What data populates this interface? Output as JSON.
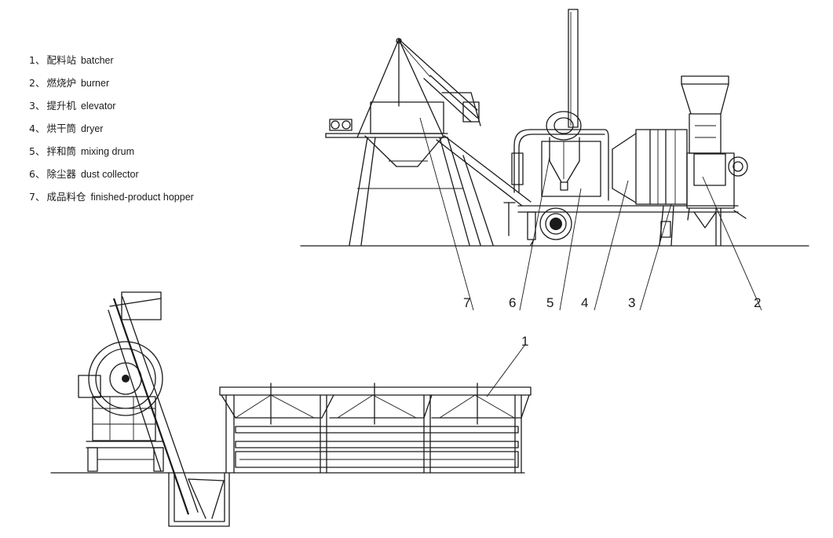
{
  "legend": [
    {
      "num": "1、",
      "zh": "配料站",
      "en": "batcher"
    },
    {
      "num": "2、",
      "zh": "燃烧炉",
      "en": "burner"
    },
    {
      "num": "3、",
      "zh": "提升机",
      "en": "elevator"
    },
    {
      "num": "4、",
      "zh": "烘干筒",
      "en": "dryer"
    },
    {
      "num": "5、",
      "zh": "拌和筒",
      "en": "mixing drum"
    },
    {
      "num": "6、",
      "zh": "除尘器",
      "en": "dust collector"
    },
    {
      "num": "7、",
      "zh": "成品料仓",
      "en": "finished-product hopper"
    }
  ],
  "callouts": [
    "1",
    "2",
    "3",
    "4",
    "5",
    "6",
    "7"
  ]
}
